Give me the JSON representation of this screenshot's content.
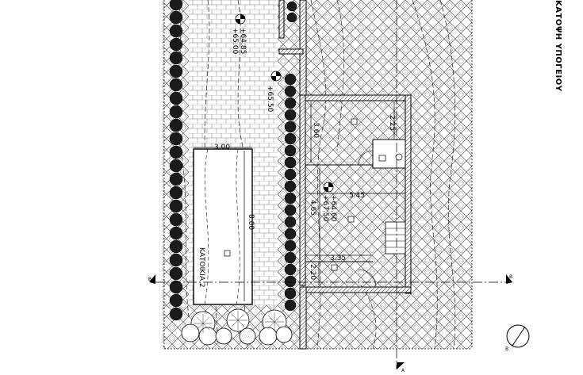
{
  "drawing": {
    "title": "ΚΑΤΟΨΗ ΥΠΟΓΕΙΟΥ",
    "unit_label": "ΚΑΤΟΙΚΙΑ 2",
    "dimensions": {
      "pool_width": "3.00",
      "pool_length": "8.00",
      "room_depth": "3.60",
      "corridor": "2.25",
      "room_width": "5.45",
      "room_height": "4.65",
      "lower_width": "3.35",
      "lower_depth": "2.20"
    },
    "levels": {
      "top_1": "+64.85",
      "top_2": "+65.00",
      "mid": "+65.50",
      "room_1": "+64.60",
      "room_2": "+67.50"
    },
    "section_marks": {
      "a": "A",
      "b": "B"
    }
  }
}
